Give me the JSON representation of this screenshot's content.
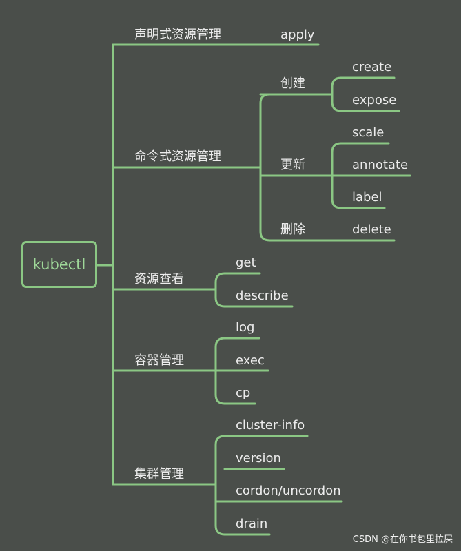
{
  "root": "kubectl",
  "branches": {
    "declarative": "声明式资源管理",
    "imperative": "命令式资源管理",
    "view": "资源查看",
    "container": "容器管理",
    "cluster": "集群管理"
  },
  "groups": {
    "create": "创建",
    "update": "更新",
    "delete": "删除"
  },
  "commands": {
    "apply": "apply",
    "create": "create",
    "expose": "expose",
    "scale": "scale",
    "annotate": "annotate",
    "label": "label",
    "delete": "delete",
    "get": "get",
    "describe": "describe",
    "log": "log",
    "exec": "exec",
    "cp": "cp",
    "cluster_info": "cluster-info",
    "version": "version",
    "cordon": "cordon/uncordon",
    "drain": "drain"
  },
  "watermark": "CSDN @在你书包里拉屎",
  "colors": {
    "background": "#4a4e4a",
    "line": "#8bc784",
    "text": "#ececec"
  }
}
